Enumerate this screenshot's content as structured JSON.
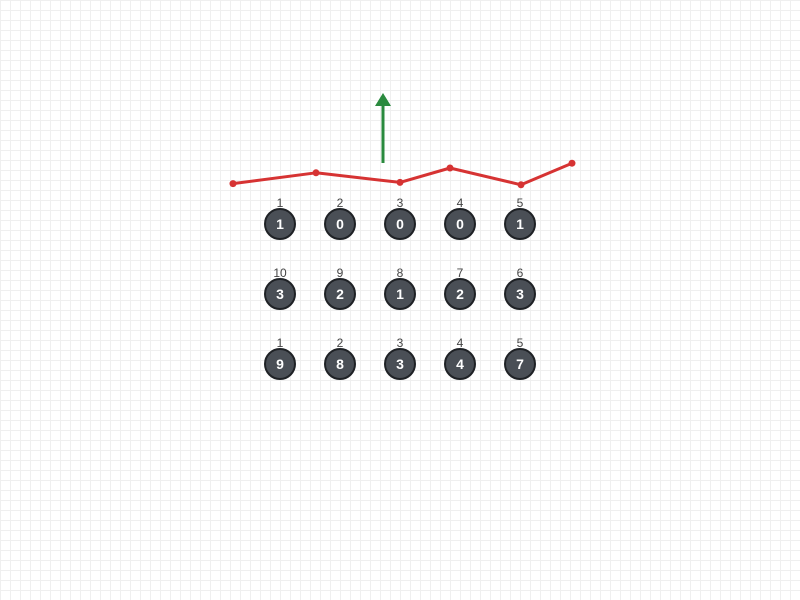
{
  "colors": {
    "line": "#d63333",
    "arrow": "#2a8a3e",
    "pit_fill": "#4a4f56",
    "pit_border": "#1f2226"
  },
  "line_series": [
    -0.3,
    0.6,
    -0.2,
    1.0,
    -0.4,
    1.4
  ],
  "arrow_direction": "up",
  "rows": [
    {
      "pits": [
        {
          "number": "1",
          "count": "1"
        },
        {
          "number": "2",
          "count": "0"
        },
        {
          "number": "3",
          "count": "0"
        },
        {
          "number": "4",
          "count": "0"
        },
        {
          "number": "5",
          "count": "1"
        }
      ]
    },
    {
      "pits": [
        {
          "number": "10",
          "count": "3"
        },
        {
          "number": "9",
          "count": "2"
        },
        {
          "number": "8",
          "count": "1"
        },
        {
          "number": "7",
          "count": "2"
        },
        {
          "number": "6",
          "count": "3"
        }
      ]
    },
    {
      "pits": [
        {
          "number": "1",
          "count": "9"
        },
        {
          "number": "2",
          "count": "8"
        },
        {
          "number": "3",
          "count": "3"
        },
        {
          "number": "4",
          "count": "4"
        },
        {
          "number": "5",
          "count": "7"
        }
      ]
    }
  ]
}
